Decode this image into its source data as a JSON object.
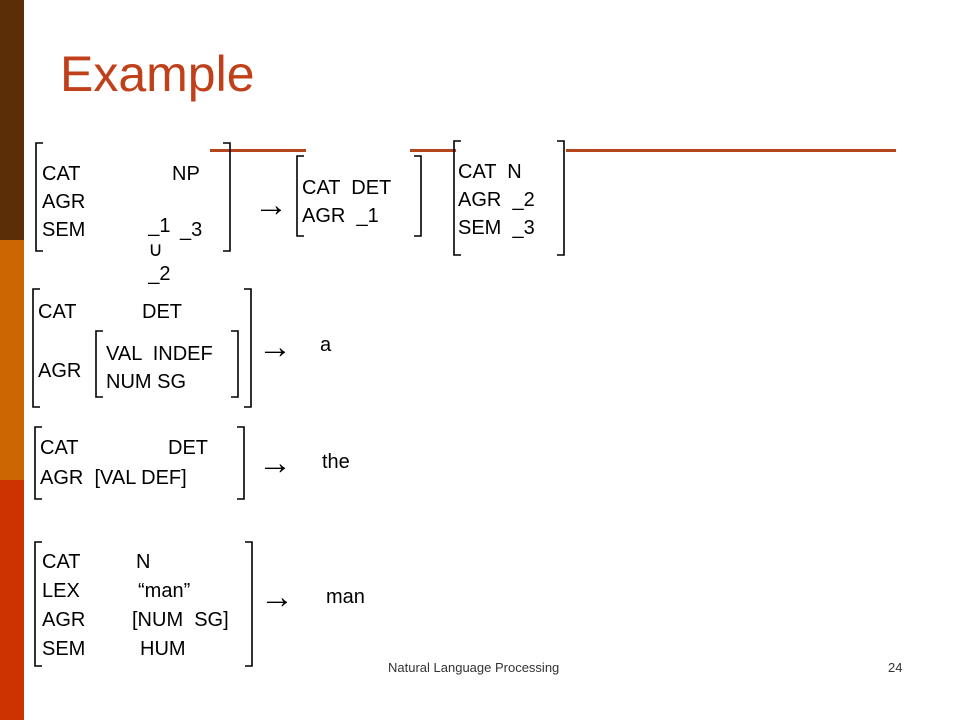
{
  "slide": {
    "title": "Example",
    "footer_text": "Natural Language Processing",
    "page_number": "24",
    "colors": {
      "accent": "#c0401a",
      "rule": "#b5451b",
      "sidebar_top": "#5c2e08",
      "sidebar_mid": "#cc6600",
      "sidebar_bottom": "#cc3300"
    }
  },
  "rule1": {
    "lhs": {
      "cat_label": "CAT",
      "cat_value": "NP",
      "agr_label": "AGR",
      "agr_value_a": "_1",
      "agr_union": "∪",
      "agr_value_b": "_2",
      "sem_label": "SEM",
      "sem_value": "_3"
    },
    "arrow": "→",
    "det": {
      "line1": "CAT  DET",
      "line2": "AGR  _1"
    },
    "noun": {
      "line1": "CAT  N",
      "line2": "AGR  _2",
      "line3": "SEM  _3"
    }
  },
  "rule2": {
    "cat_label": "CAT",
    "cat_value": "DET",
    "agr_label": "AGR",
    "inner_line1": "VAL  INDEF",
    "inner_line2": "NUM SG",
    "arrow": "→",
    "word": "a"
  },
  "rule3": {
    "line1_label": "CAT",
    "line1_value": "DET",
    "line2": "AGR  [VAL DEF]",
    "arrow": "→",
    "word": "the"
  },
  "rule4": {
    "cat_label": "CAT",
    "cat_value": "N",
    "lex_label": "LEX",
    "lex_value": "“man”",
    "agr_label": "AGR",
    "agr_value": "[NUM  SG]",
    "sem_label": "SEM",
    "sem_value": "HUM",
    "arrow": "→",
    "word": "man"
  }
}
